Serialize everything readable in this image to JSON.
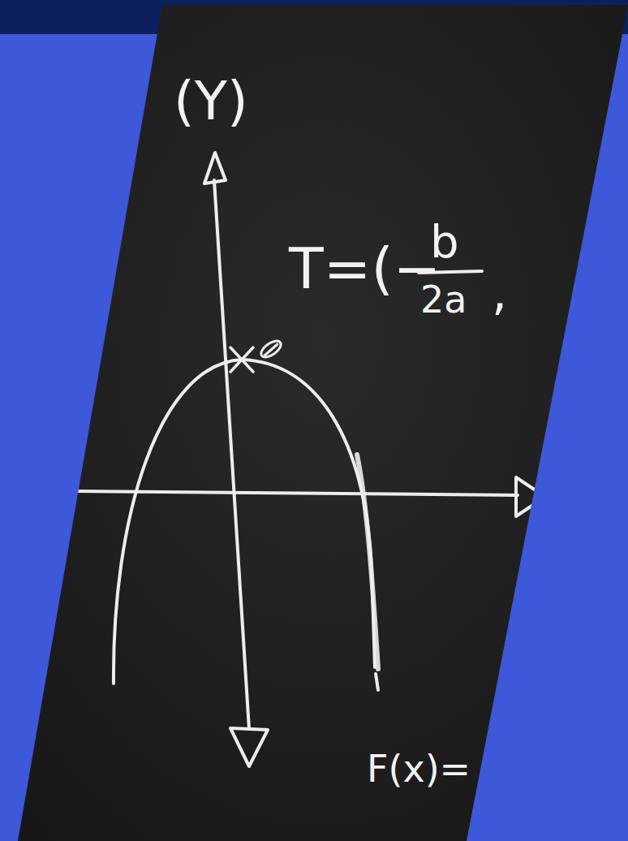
{
  "diagram": {
    "labels": [
      "(Y)",
      "T=(−",
      "b",
      "2a",
      ",",
      "F(x)="
    ]
  }
}
